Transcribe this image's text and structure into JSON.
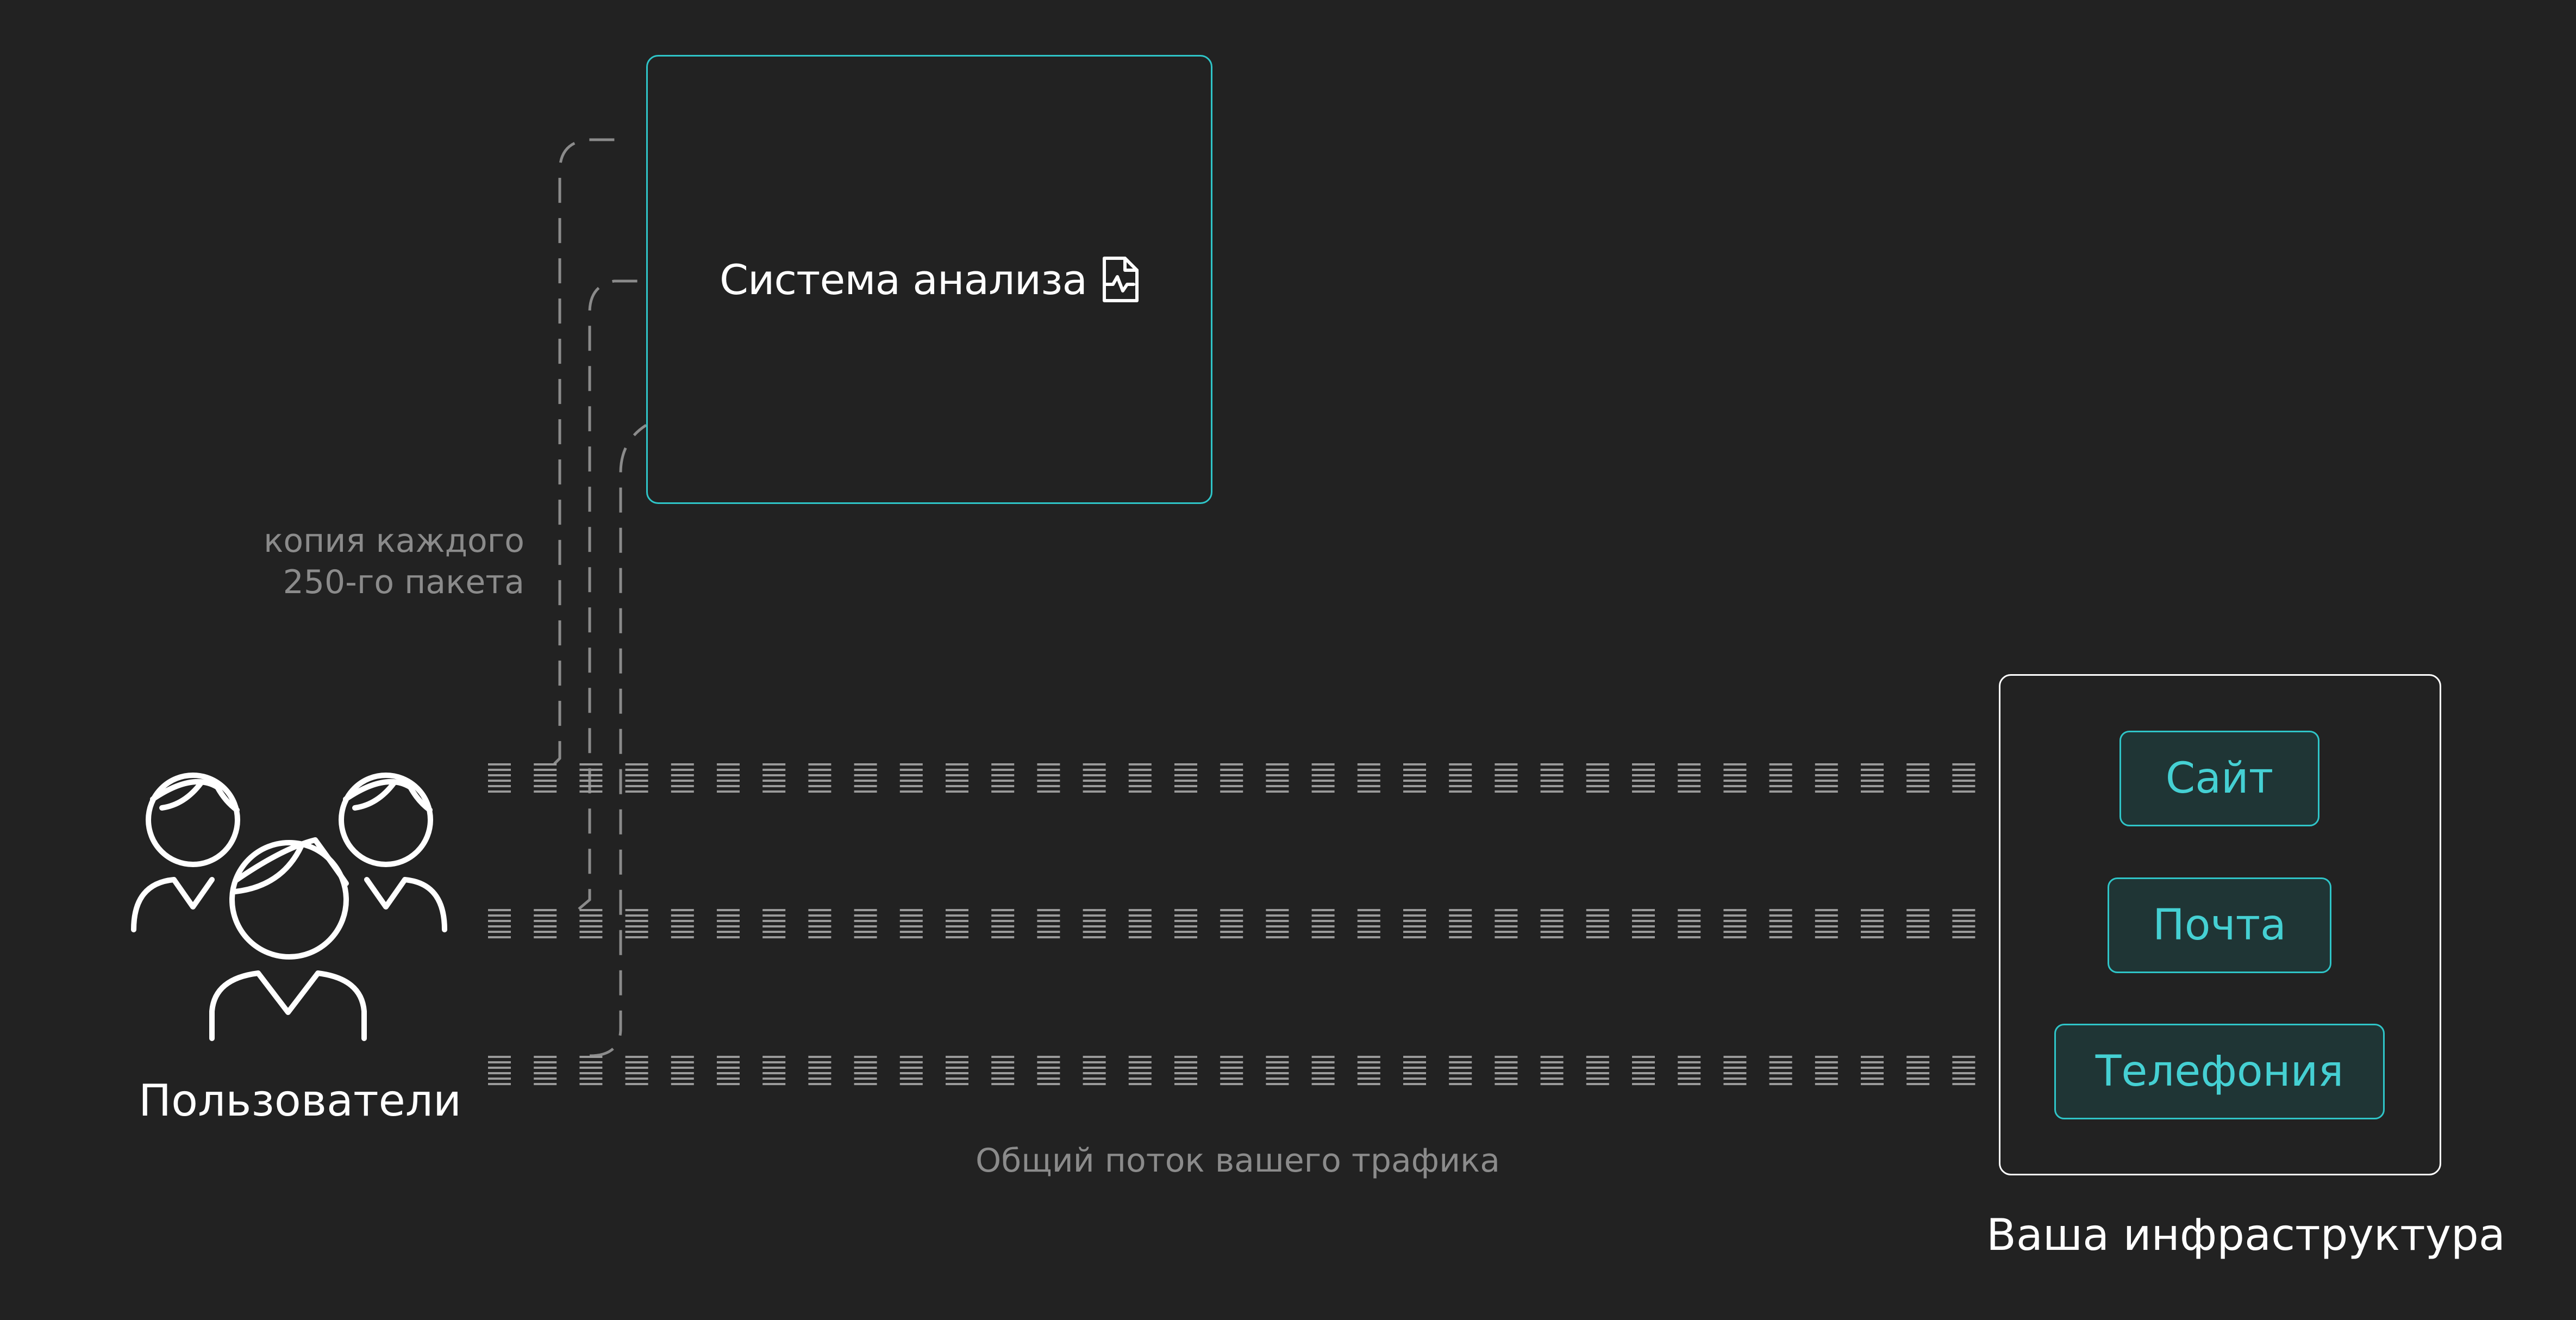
{
  "analysis": {
    "title": "Система анализа",
    "icon": "file-activity-icon"
  },
  "users": {
    "label": "Пользователи",
    "icon": "users-group-icon"
  },
  "copy_note": "копия каждого\n250-го пакета",
  "traffic_caption": "Общий поток вашего трафика",
  "infrastructure": {
    "label": "Ваша инфраструктура",
    "services": [
      {
        "label": "Сайт"
      },
      {
        "label": "Почта"
      },
      {
        "label": "Телефония"
      }
    ]
  },
  "flows": [
    {
      "name": "flow-site",
      "target": "Сайт"
    },
    {
      "name": "flow-mail",
      "target": "Почта"
    },
    {
      "name": "flow-telephony",
      "target": "Телефония"
    }
  ],
  "colors": {
    "background": "#222222",
    "accent": "#2fc5c8",
    "accent_text": "#45d0d3",
    "service_fill": "#1f3535",
    "muted": "#8b8b8b",
    "packet": "#9a9a9a",
    "white": "#ffffff"
  }
}
